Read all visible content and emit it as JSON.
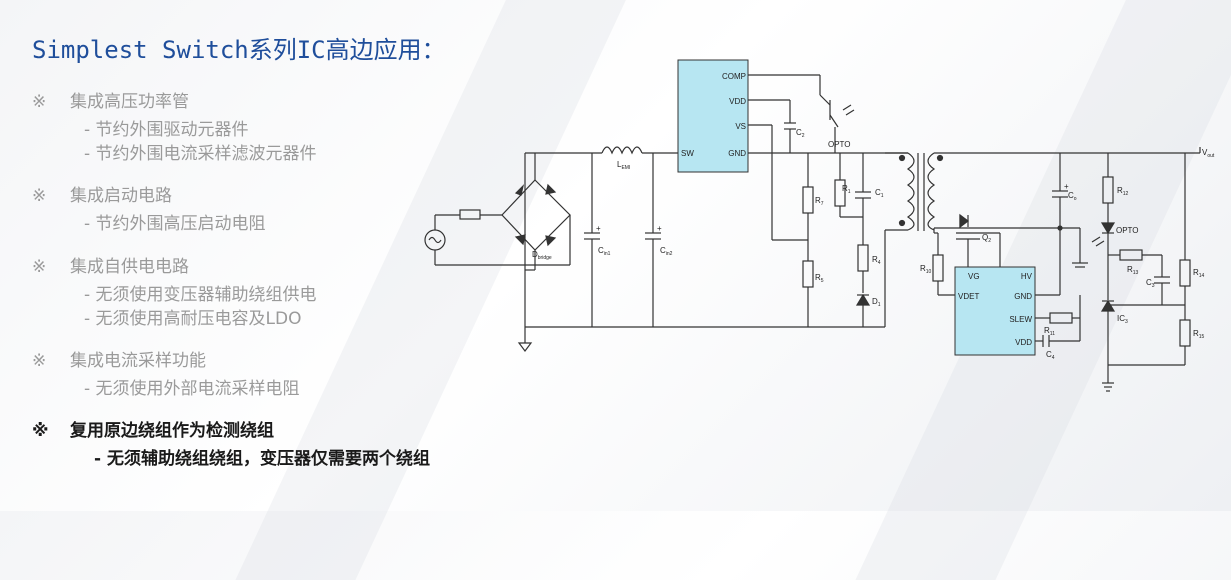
{
  "title": "Simplest Switch系列IC高边应用：",
  "bullet_mark": "※",
  "sub_mark": "-",
  "bullets": [
    {
      "text": "集成高压功率管",
      "subs": [
        "节约外围驱动元器件",
        "节约外围电流采样滤波元器件"
      ]
    },
    {
      "text": "集成启动电路",
      "subs": [
        "节约外围高压启动电阻"
      ]
    },
    {
      "text": "集成自供电电路",
      "subs": [
        "无须使用变压器辅助绕组供电",
        "无须使用高耐压电容及LDO"
      ]
    },
    {
      "text": "集成电流采样功能",
      "subs": [
        "无须使用外部电流采样电阻"
      ]
    },
    {
      "text": "复用原边绕组作为检测绕组",
      "subs": [
        "无须辅助绕组绕组，变压器仅需要两个绕组"
      ]
    }
  ],
  "schematic": {
    "ic1_pins": {
      "comp": "COMP",
      "vdd": "VDD",
      "vs": "VS",
      "sw": "SW",
      "gnd": "GND"
    },
    "ic2_pins": {
      "vg": "VG",
      "hv": "HV",
      "vdet": "VDET",
      "gnd": "GND",
      "slew": "SLEW",
      "vdd": "VDD"
    },
    "labels": {
      "l": "L",
      "l_sub": "EMI",
      "d": "D",
      "d_sub": "bridge",
      "cin1": "C",
      "cin1_sub": "in1",
      "cin2": "C",
      "cin2_sub": "in2",
      "c2": "C",
      "c2_sub": "2",
      "opto1": "OPTO",
      "r7": "R",
      "r7_sub": "7",
      "r1": "R",
      "r1_sub": "1",
      "c1": "C",
      "c1_sub": "1",
      "r5": "R",
      "r5_sub": "5",
      "r4": "R",
      "r4_sub": "4",
      "d1": "D",
      "d1_sub": "1",
      "q2": "Q",
      "q2_sub": "2",
      "r10": "R",
      "r10_sub": "10",
      "co": "C",
      "co_sub": "o",
      "r11": "R",
      "r11_sub": "11",
      "c4": "C",
      "c4_sub": "4",
      "r12": "R",
      "r12_sub": "12",
      "opto2": "OPTO",
      "r13": "R",
      "r13_sub": "13",
      "c3": "C",
      "c3_sub": "3",
      "r14": "R",
      "r14_sub": "14",
      "ic3": "IC",
      "ic3_sub": "3",
      "r15": "R",
      "r15_sub": "15",
      "vout": "V",
      "vout_sub": "out",
      "plus": "+"
    }
  },
  "colors": {
    "title": "#1f4e9b",
    "ic_fill": "#b7e6f2",
    "bullet_gray": "#9a9a9a",
    "bullet_dark": "#1a1a1a"
  }
}
